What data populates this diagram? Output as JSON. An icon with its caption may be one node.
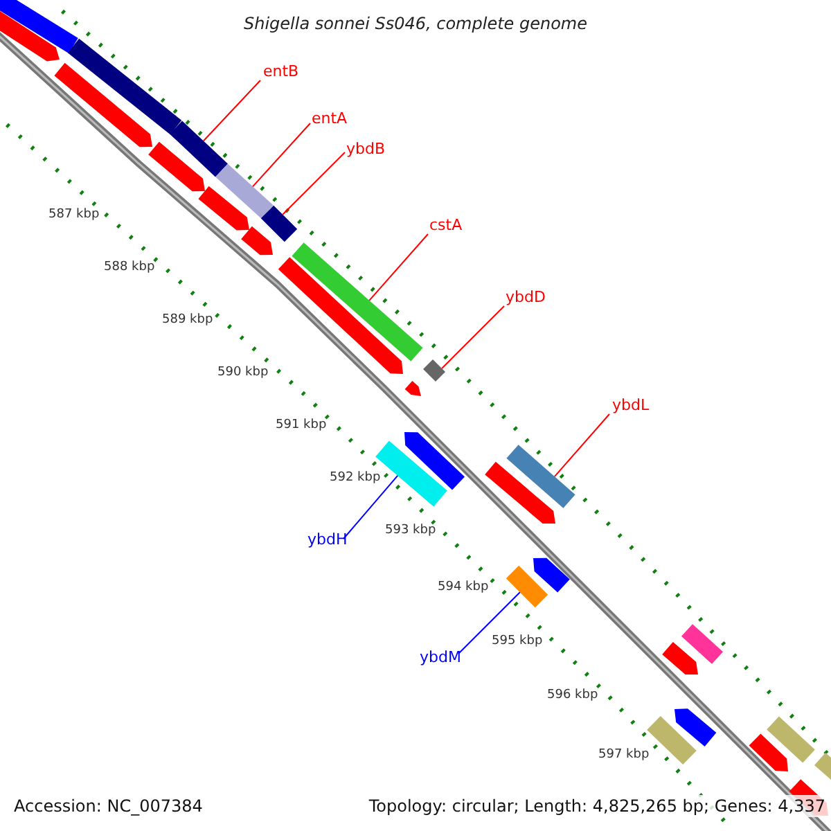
{
  "diagram": {
    "title": "Shigella sonnei Ss046, complete genome",
    "nodes": [
      {
        "text": [
          "entB"
        ]
      },
      {
        "text": [
          "entA"
        ]
      },
      {
        "text": [
          "ybdB"
        ]
      },
      {
        "text": [
          "cstA"
        ]
      },
      {
        "text": [
          "ybdD"
        ]
      },
      {
        "text": [
          "ybdL"
        ]
      },
      {
        "text": [
          "ybdH"
        ]
      },
      {
        "text": [
          "ybdM"
        ]
      },
      {
        "text": [],
        "shape": "bar"
      },
      {
        "text": [],
        "shape": "bar"
      },
      {
        "text": [],
        "shape": "bar"
      },
      {
        "text": [],
        "shape": "bar"
      },
      {
        "text": [],
        "shape": "bar"
      },
      {
        "text": [],
        "shape": "bar"
      },
      {
        "text": [],
        "shape": "bar"
      },
      {
        "text": [],
        "shape": "bar"
      },
      {
        "text": [],
        "shape": "bar"
      },
      {
        "text": [],
        "shape": "bar"
      },
      {
        "text": [],
        "shape": "bar"
      },
      {
        "text": [],
        "shape": "bar"
      },
      {
        "text": [],
        "shape": "bar"
      },
      {
        "text": [],
        "shape": "bar"
      },
      {
        "text": [],
        "shape": "bar"
      },
      {
        "text": [],
        "shape": "bar"
      },
      {
        "text": [],
        "shape": "bar"
      },
      {
        "text": [],
        "shape": "bar"
      },
      {
        "text": [],
        "shape": "bar"
      },
      {
        "text": [],
        "shape": "bar"
      },
      {
        "text": [],
        "shape": "bar"
      },
      {
        "text": [],
        "shape": "bar"
      },
      {
        "text": [],
        "shape": "bar"
      },
      {
        "text": [],
        "shape": "bar"
      },
      {
        "text": [],
        "shape": "bar"
      },
      {
        "text": [],
        "shape": "bar"
      },
      {
        "text": [],
        "shape": "bar"
      },
      {
        "text": [],
        "shape": "bar"
      }
    ],
    "edges": [
      {
        "from": 0,
        "to": 8,
        "arrow": "none"
      },
      {
        "from": 1,
        "to": 9,
        "arrow": "none"
      },
      {
        "from": 2,
        "to": 10,
        "arrow": "none"
      },
      {
        "from": 3,
        "to": 11,
        "arrow": "none"
      },
      {
        "from": 4,
        "to": 12,
        "arrow": "none"
      },
      {
        "from": 5,
        "to": 13,
        "arrow": "none"
      },
      {
        "from": 6,
        "to": 14,
        "arrow": "none",
        "color": "#0000ff"
      },
      {
        "from": 7,
        "to": 15,
        "arrow": "none",
        "color": "#0000ff"
      }
    ],
    "labels": [
      "587 kbp",
      "588 kbp",
      "589 kbp",
      "590 kbp",
      "591 kbp",
      "592 kbp",
      "593 kbp",
      "594 kbp",
      "595 kbp",
      "596 kbp",
      "597 kbp",
      "Accession: NC_007384",
      "Topology: circular; Length: 4,825,265 bp; Genes: 4,337"
    ]
  }
}
